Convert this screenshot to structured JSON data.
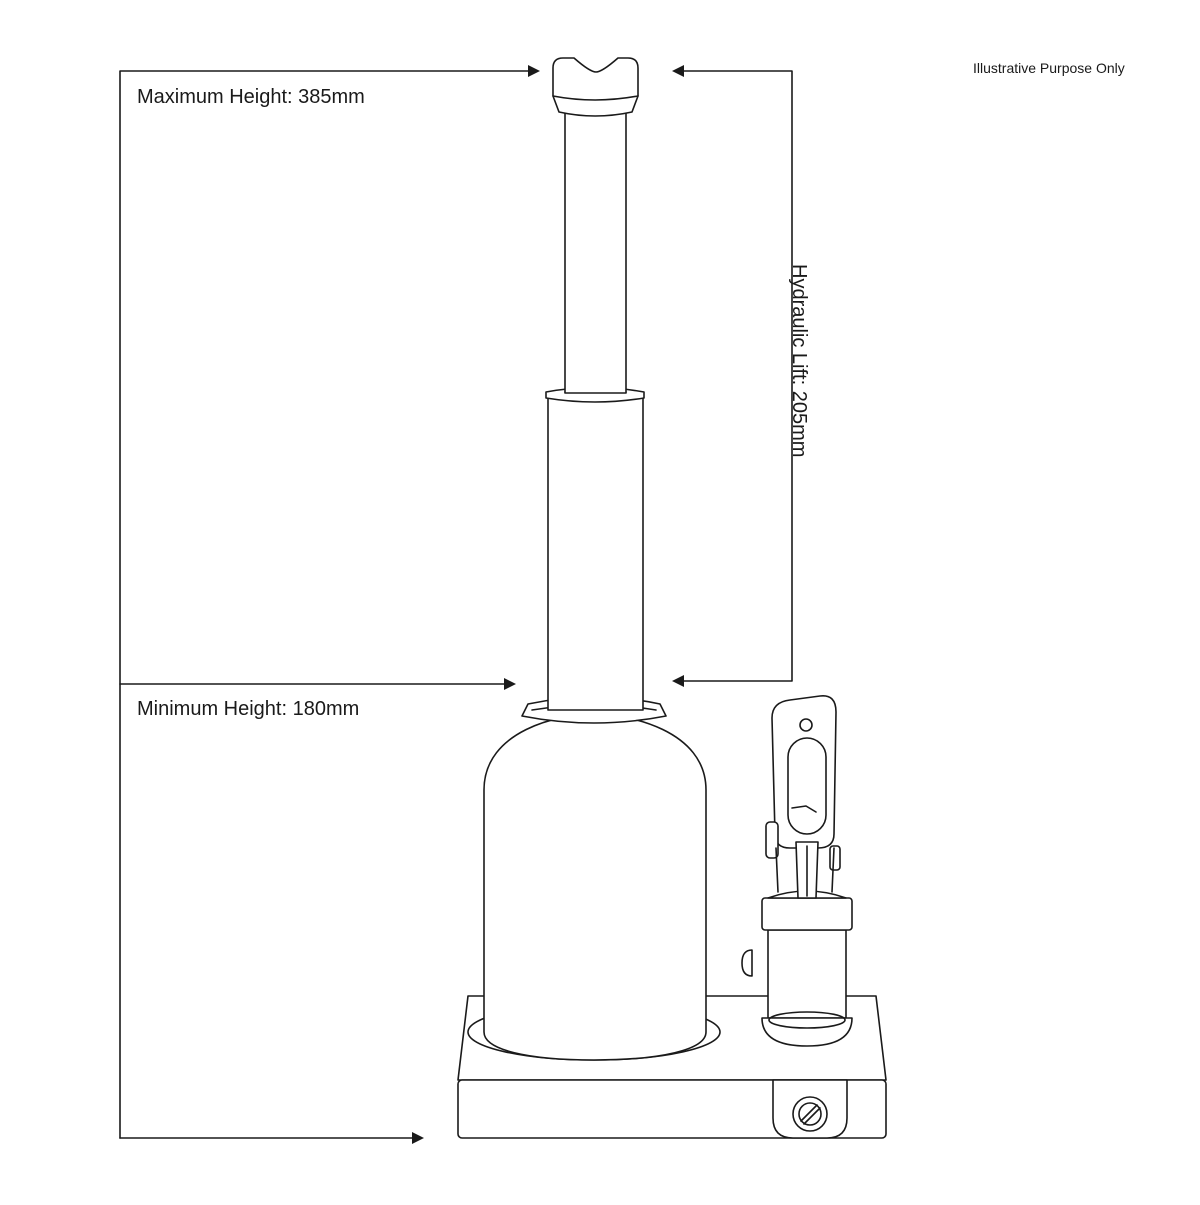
{
  "labels": {
    "max_height": "Maximum Height: 385mm",
    "min_height": "Minimum Height: 180mm",
    "hydraulic_lift": "Hydraulic Lift: 205mm",
    "note": "Illustrative Purpose Only"
  },
  "colors": {
    "line": "#1a1a1a",
    "background": "#ffffff"
  }
}
